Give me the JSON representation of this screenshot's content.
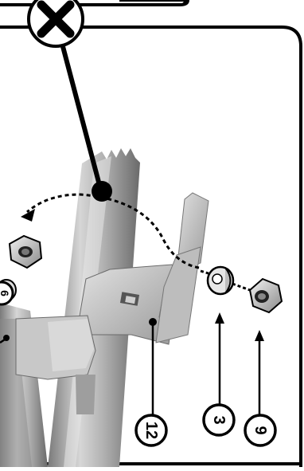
{
  "figure": {
    "top_marker": {
      "symbol": "✕",
      "icon": "x-mark-icon"
    },
    "callouts": [
      {
        "id": "part-12",
        "label": "12"
      },
      {
        "id": "part-3",
        "label": "3"
      },
      {
        "id": "part-9",
        "label": "9"
      }
    ],
    "left_edge_labels": [
      {
        "id": "partial-callout-left",
        "label": "6"
      }
    ],
    "colors": {
      "ink": "#000000",
      "paper": "#ffffff",
      "metal_light": "#d9d9d9",
      "metal_mid": "#a8a8a8",
      "metal_dark": "#6e6e6e"
    }
  }
}
